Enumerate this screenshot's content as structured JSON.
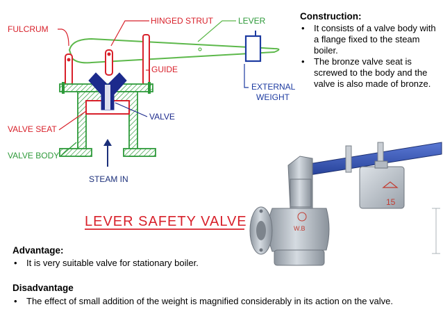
{
  "diagram": {
    "labels": {
      "fulcrum": "FULCRUM",
      "hinged_strut": "HINGED STRUT",
      "lever": "LEVER",
      "guide": "GUIDE",
      "external_weight_line1": "EXTERNAL",
      "external_weight_line2": "WEIGHT",
      "valve": "VALVE",
      "valve_seat": "VALVE SEAT",
      "valve_body": "VALVE BODY",
      "steam_in": "STEAM IN"
    },
    "title": "LEVER SAFETY VALVE",
    "colors": {
      "label_red": "#d8202a",
      "diagram_green": "#2e9a3a",
      "valve_blue": "#1c2a8c",
      "lever_green": "#5cb84a",
      "weight_blue": "#1c3aa0",
      "steam_blue": "#1b2f7a"
    }
  },
  "photo": {
    "weight_marking": "15",
    "body_marking": "W.B",
    "colors": {
      "metal": "#b5bcc4",
      "lever_bar": "#3553b0"
    }
  },
  "construction": {
    "heading": "Construction:",
    "bullets": [
      "It consists of a valve body with a flange fixed to the steam boiler.",
      "The bronze valve seat is screwed to the body and the valve is also made of bronze."
    ]
  },
  "advantage": {
    "heading": "Advantage:",
    "bullets": [
      "It is very suitable valve for stationary boiler."
    ]
  },
  "disadvantage": {
    "heading": "Disadvantage",
    "bullets": [
      "The effect of small addition of the weight is magnified considerably in its action on the valve."
    ]
  }
}
